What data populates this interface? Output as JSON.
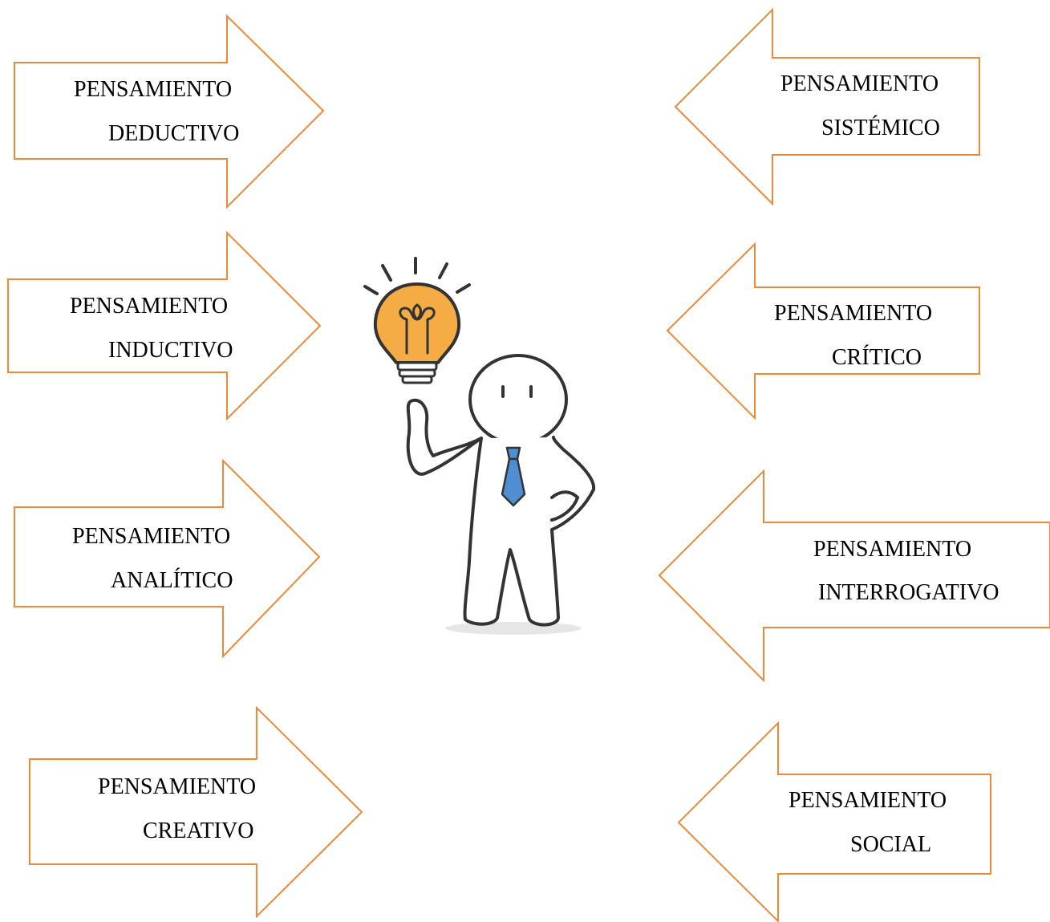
{
  "colors": {
    "arrow_stroke": "#ec8a3a",
    "bulb_fill": "#f6ac45",
    "tie_fill": "#4f8fd1",
    "outline": "#333333"
  },
  "illustration": {
    "description_icon": "person-with-lightbulb-icon"
  },
  "arrows": {
    "deductivo": {
      "line1": "PENSAMIENTO",
      "line2": "DEDUCTIVO",
      "direction": "right"
    },
    "inductivo": {
      "line1": "PENSAMIENTO",
      "line2": "INDUCTIVO",
      "direction": "right"
    },
    "analitico": {
      "line1": "PENSAMIENTO",
      "line2": "ANALÍTICO",
      "direction": "right"
    },
    "creativo": {
      "line1": "PENSAMIENTO",
      "line2": "CREATIVO",
      "direction": "right"
    },
    "sistemico": {
      "line1": "PENSAMIENTO",
      "line2": "SISTÉMICO",
      "direction": "left"
    },
    "critico": {
      "line1": "PENSAMIENTO",
      "line2": "CRÍTICO",
      "direction": "left"
    },
    "interrogativo": {
      "line1": "PENSAMIENTO",
      "line2": "INTERROGATIVO",
      "direction": "left"
    },
    "social": {
      "line1": "PENSAMIENTO",
      "line2": "SOCIAL",
      "direction": "left"
    }
  }
}
